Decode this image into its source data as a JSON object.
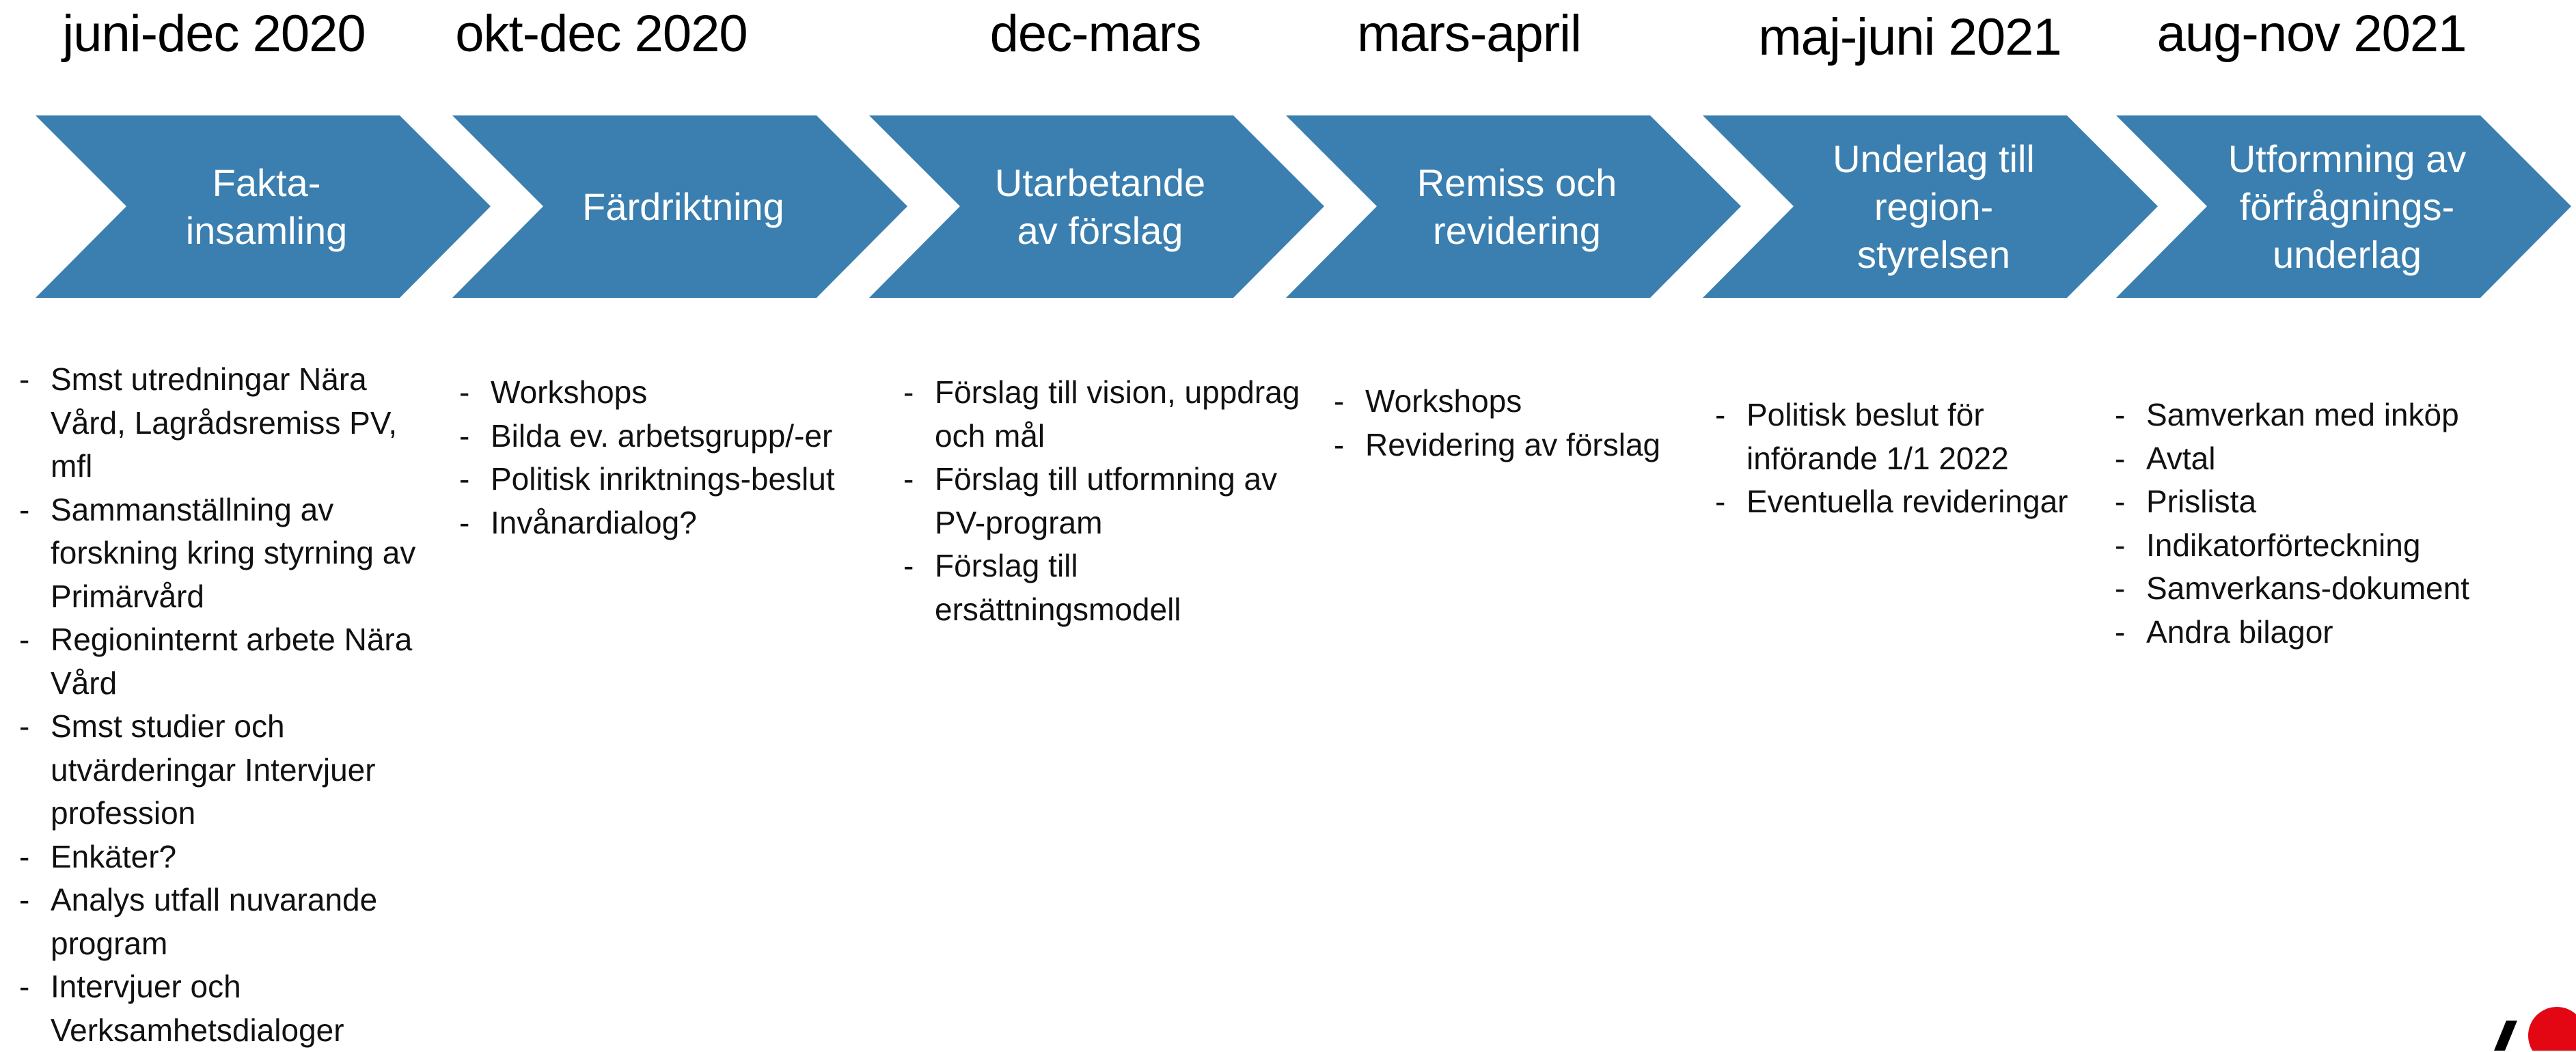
{
  "colors": {
    "chevron_fill": "#3a7fb0",
    "chevron_text": "#ffffff",
    "body_text": "#111111",
    "logo_red": "#e30613",
    "logo_black": "#000000"
  },
  "steps": [
    {
      "period": "juni-dec 2020",
      "title": "Fakta-\ninsamling",
      "items": [
        "Smst utredningar Nära Vård, Lagrådsremiss PV, mfl",
        "Sammanställning av forskning kring styrning av Primärvård",
        "Regioninternt arbete Nära Vård",
        "Smst studier och utvärderingar Intervjuer profession",
        "Enkäter?",
        "Analys utfall nuvarande program",
        "Intervjuer och Verksamhetsdialoger"
      ]
    },
    {
      "period": "okt-dec 2020",
      "title": "Färdriktning",
      "items": [
        "Workshops",
        "Bilda ev. arbetsgrupp/-er",
        "Politisk inriktnings-beslut",
        "Invånardialog?"
      ]
    },
    {
      "period": "dec-mars",
      "title": "Utarbetande\nav förslag",
      "items": [
        "Förslag till vision, uppdrag och mål",
        "Förslag till utformning av PV-program",
        "Förslag till ersättningsmodell"
      ]
    },
    {
      "period": "mars-april",
      "title": "Remiss och\nrevidering",
      "items": [
        "Workshops",
        "Revidering av förslag"
      ]
    },
    {
      "period": "maj-juni 2021",
      "title": "Underlag till\nregion-\nstyrelsen",
      "items": [
        "Politisk beslut  för införande 1/1 2022",
        "Eventuella revideringar"
      ]
    },
    {
      "period": "aug-nov 2021",
      "title": "Utformning av\nförfrågnings-\nunderlag",
      "items": [
        "Samverkan med inköp",
        "Avtal",
        "Prislista",
        "Indikatorförteckning",
        "Samverkans-dokument",
        "Andra bilagor"
      ]
    }
  ],
  "list_bullet": "-"
}
